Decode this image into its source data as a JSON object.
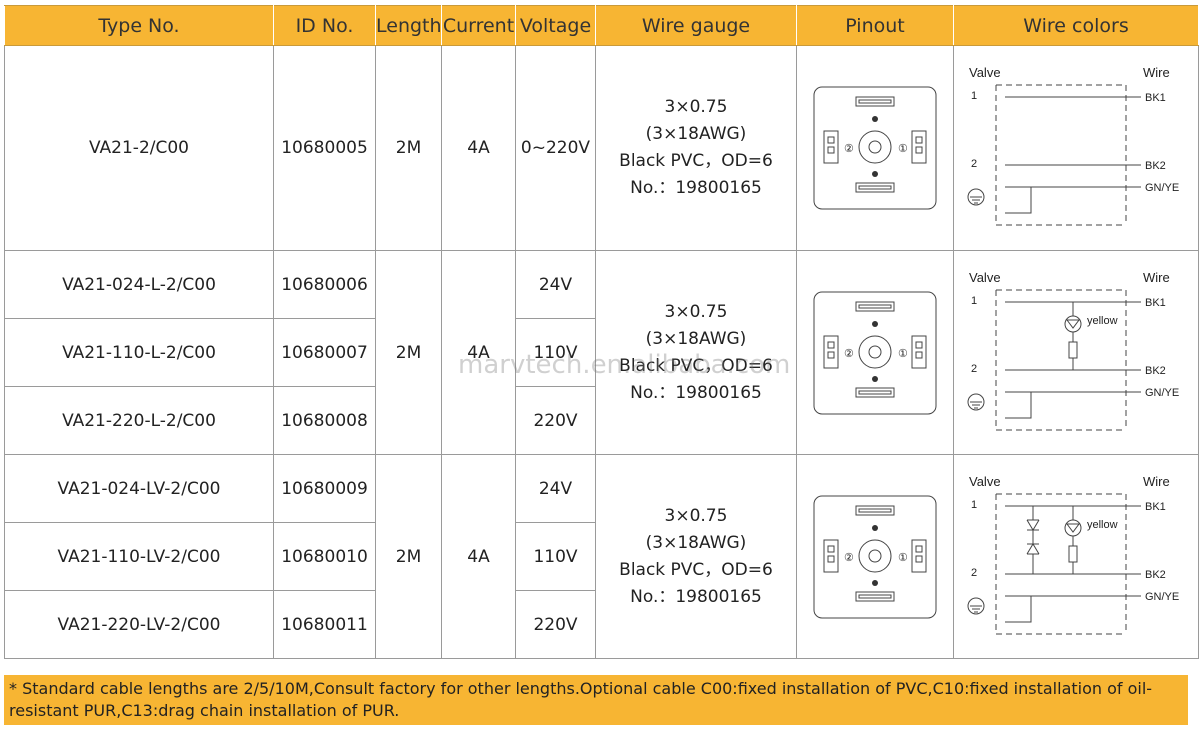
{
  "headers": [
    "Type No.",
    "ID No.",
    "Length",
    "Current",
    "Voltage",
    "Wire gauge",
    "Pinout",
    "Wire colors"
  ],
  "groups": [
    {
      "rows": [
        {
          "type": "VA21-2/C00",
          "id": "10680005",
          "voltage": "0~220V"
        }
      ],
      "length": "2M",
      "current": "4A",
      "gauge": [
        "3×0.75",
        "(3×18AWG)",
        "Black PVC，OD=6",
        "No.：19800165"
      ]
    },
    {
      "rows": [
        {
          "type": "VA21-024-L-2/C00",
          "id": "10680006",
          "voltage": "24V"
        },
        {
          "type": "VA21-110-L-2/C00",
          "id": "10680007",
          "voltage": "110V"
        },
        {
          "type": "VA21-220-L-2/C00",
          "id": "10680008",
          "voltage": "220V"
        }
      ],
      "length": "2M",
      "current": "4A",
      "gauge": [
        "3×0.75",
        "(3×18AWG)",
        "Black PVC，OD=6",
        "No.：19800165"
      ]
    },
    {
      "rows": [
        {
          "type": "VA21-024-LV-2/C00",
          "id": "10680009",
          "voltage": "24V"
        },
        {
          "type": "VA21-110-LV-2/C00",
          "id": "10680010",
          "voltage": "110V"
        },
        {
          "type": "VA21-220-LV-2/C00",
          "id": "10680011",
          "voltage": "220V"
        }
      ],
      "length": "2M",
      "current": "4A",
      "gauge": [
        "3×0.75",
        "(3×18AWG)",
        "Black PVC，OD=6",
        "No.：19800165"
      ]
    }
  ],
  "wiring": {
    "valve": "Valve",
    "wire": "Wire",
    "pin1": "1",
    "pin2": "2",
    "bk1": "BK1",
    "bk2": "BK2",
    "gnye": "GN/YE",
    "yellow": "yellow"
  },
  "pinout": {
    "pin1": "①",
    "pin2": "②"
  },
  "footnote": "* Standard cable lengths are 2/5/10M,Consult factory for other lengths.Optional cable C00:fixed installation of PVC,C10:fixed installation of oil-resistant PUR,C13:drag chain installation of PUR.",
  "watermark": "marvtech.en.alibaba.com",
  "colors": {
    "header_bg": "#f7b533",
    "border": "#9a9a9a"
  }
}
